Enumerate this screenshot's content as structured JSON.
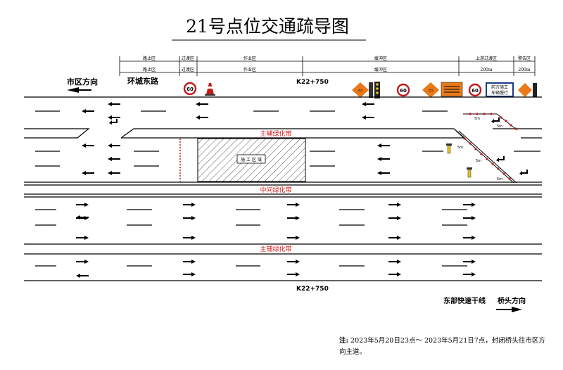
{
  "title": "21号点位交通疏导图",
  "zones": {
    "row1": [
      "路止区",
      "过渡区",
      "作业区",
      "缓冲区",
      "上游过渡区",
      "警告区"
    ],
    "row2": [
      "路止区",
      "过渡区",
      "作业区",
      "缓冲区",
      "200m",
      "200m"
    ]
  },
  "labels": {
    "left_direction": "市区方向",
    "road_name": "环城东路",
    "chainage_top": "K22+750",
    "chainage_bottom": "K22+750",
    "aux_green_top": "主辅绿化带",
    "middle_green": "中间绿化带",
    "aux_green_bottom": "主辅绿化带",
    "work_area": "施 工 区 域",
    "expressway": "东部快速干线",
    "right_direction": "桥头方向",
    "sign_text_1": "前方施工",
    "sign_text_2": "车辆慢行",
    "cone_spacing": "5m"
  },
  "speed_signs": [
    "60",
    "60",
    "60"
  ],
  "note": {
    "prefix": "注:",
    "text": "2023年5月20日23点～ 2023年5月21日7点，封闭桥头往市区方向主道。"
  },
  "colors": {
    "text_red": "#d42020",
    "sign_orange": "#e87a1a",
    "sign_blue": "#1a3a8a",
    "cone_red": "#c21b1b"
  }
}
